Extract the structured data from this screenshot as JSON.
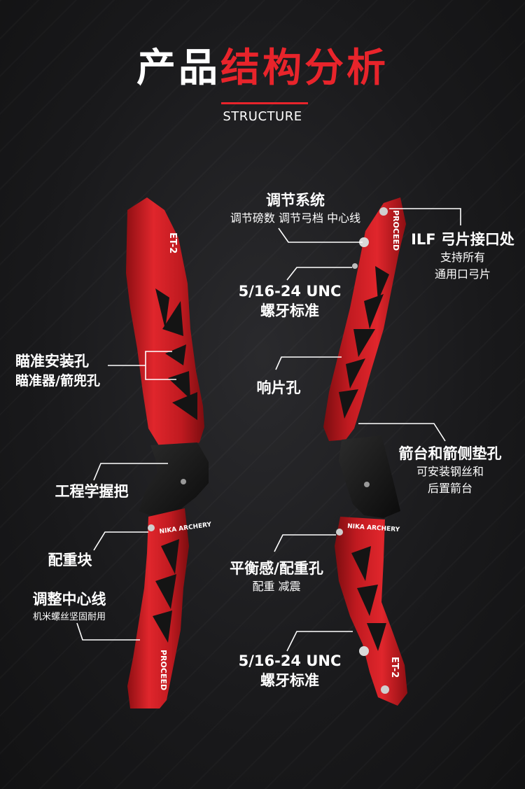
{
  "header": {
    "title_white": "产品",
    "title_red": "结构分析",
    "subtitle": "STRUCTURE"
  },
  "labels": {
    "adjust_system": {
      "main": "调节系统",
      "sub": "调节磅数 调节弓档 中心线"
    },
    "ilf": {
      "main": "ILF 弓片接口处",
      "sub1": "支持所有",
      "sub2": "通用口弓片"
    },
    "unc_top": {
      "main": "5/16-24 UNC",
      "sub": "螺牙标准"
    },
    "sight_holes": {
      "main": "瞄准安装孔",
      "sub": "瞄准器/箭兜孔"
    },
    "clicker_hole": {
      "main": "响片孔"
    },
    "arrow_rest": {
      "main": "箭台和箭侧垫孔",
      "sub1": "可安装钢丝和",
      "sub2": "后置箭台"
    },
    "grip": {
      "main": "工程学握把"
    },
    "weight_block": {
      "main": "配重块"
    },
    "balance_hole": {
      "main": "平衡感/配重孔",
      "sub": "配重 减震"
    },
    "center_line": {
      "main": "调整中心线",
      "sub": "机米螺丝坚固耐用"
    },
    "unc_bottom": {
      "main": "5/16-24 UNC",
      "sub": "螺牙标准"
    }
  },
  "riser_marks": {
    "model": "ET-2",
    "brand": "PROCEED",
    "maker": "NIKA ARCHERY"
  },
  "colors": {
    "accent_red": "#e8242b",
    "riser_red": "#d81e24",
    "grip_black": "#161616",
    "text_white": "#ffffff"
  }
}
